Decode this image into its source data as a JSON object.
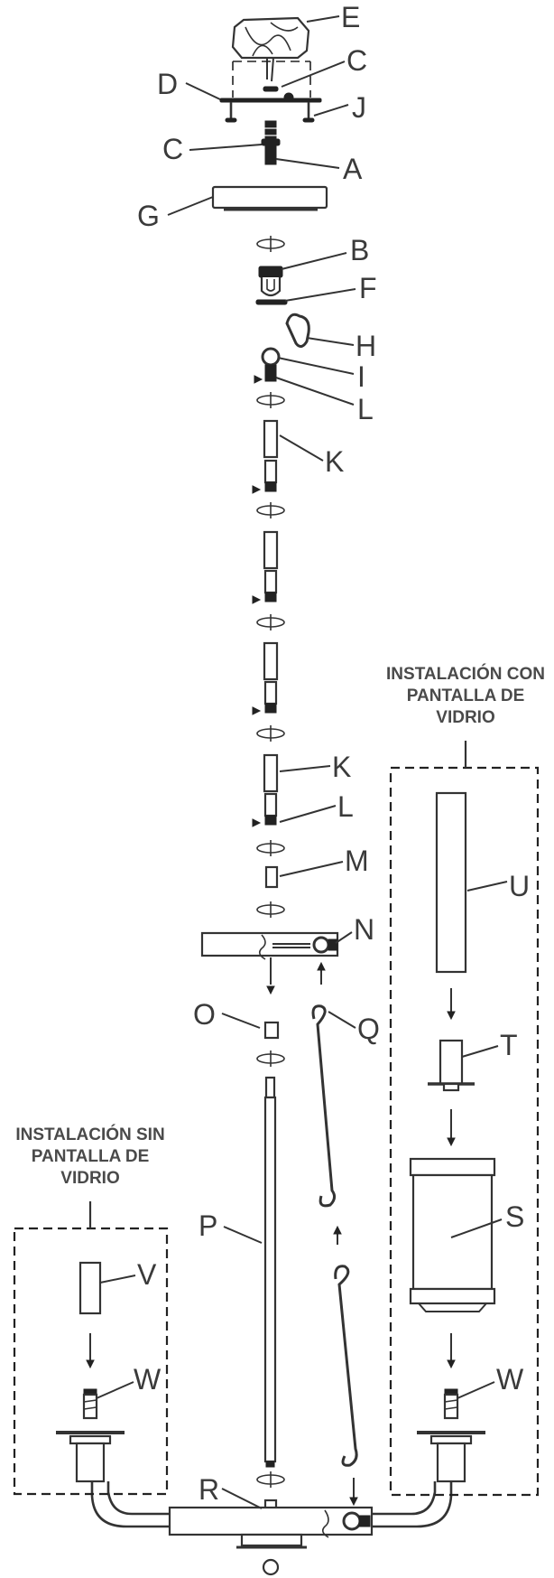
{
  "labels": {
    "E": "E",
    "C1": "C",
    "D": "D",
    "J": "J",
    "C2": "C",
    "A": "A",
    "G": "G",
    "B": "B",
    "F": "F",
    "H": "H",
    "I": "I",
    "L1": "L",
    "K1": "K",
    "K2": "K",
    "L2": "L",
    "M": "M",
    "N": "N",
    "O": "O",
    "Q": "Q",
    "P": "P",
    "R": "R",
    "U": "U",
    "T": "T",
    "S": "S",
    "V": "V",
    "W1": "W",
    "W2": "W"
  },
  "captions": {
    "with_glass": [
      "INSTALACIÓN CON",
      "PANTALLA DE",
      "VIDRIO"
    ],
    "without_glass": [
      "INSTALACIÓN SIN",
      "PANTALLA DE",
      "VIDRIO"
    ]
  }
}
